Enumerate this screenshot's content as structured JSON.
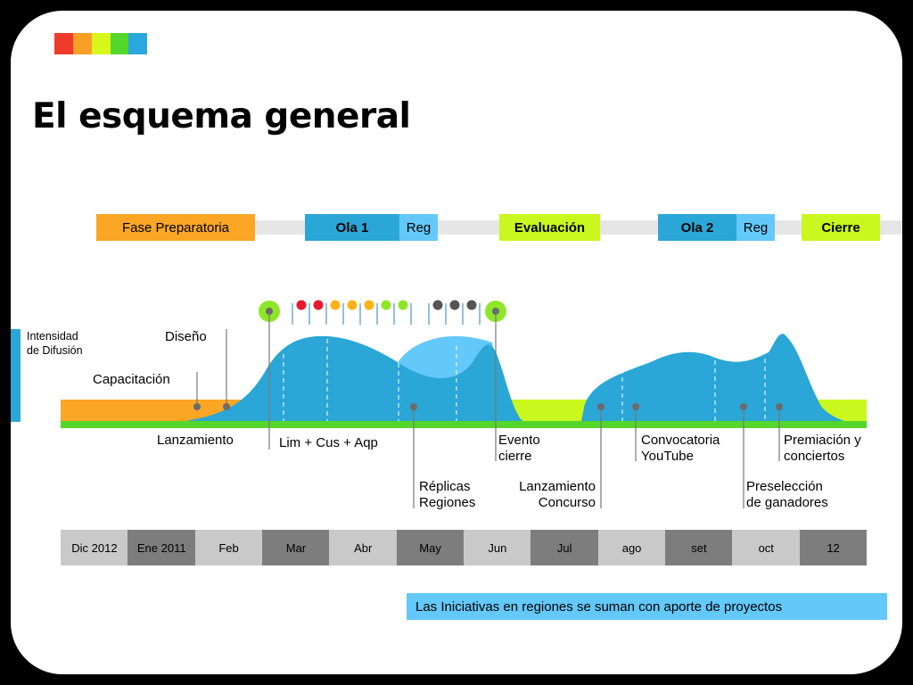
{
  "title": "El esquema general",
  "color_strip": [
    "#ef3b2c",
    "#fb9e26",
    "#d7f71b",
    "#55d62a",
    "#2aa7dc"
  ],
  "phases": [
    {
      "label": "Fase Preparatoria",
      "color": "#fba624",
      "bold": false
    },
    {
      "label": "Ola 1",
      "color": "#2aa7d6",
      "bold": true
    },
    {
      "label": "Reg",
      "color": "#63c8fa",
      "bold": false
    },
    {
      "label": "Evaluación",
      "color": "#c9f71e",
      "bold": true
    },
    {
      "label": "Ola 2",
      "color": "#2aa7d6",
      "bold": true
    },
    {
      "label": "Reg",
      "color": "#63c8fa",
      "bold": false
    },
    {
      "label": "Cierre",
      "color": "#c9f71e",
      "bold": true
    }
  ],
  "intensity_label": [
    "Intensidad",
    "de Difusión"
  ],
  "events": {
    "diseno": "Diseño",
    "capacitacion": "Capacitación",
    "lanzamiento": "Lanzamiento",
    "lim": "Lim + Cus + Aqp",
    "replicas": [
      "Réplicas",
      "Regiones"
    ],
    "evento_cierre": [
      "Evento",
      "cierre"
    ],
    "lanzamiento_concurso": [
      "Lanzamiento",
      "Concurso"
    ],
    "convocatoria": [
      "Convocatoria",
      "YouTube"
    ],
    "preseleccion": [
      "Preselección",
      "de ganadores"
    ],
    "premiacion": [
      "Premiación y",
      "conciertos"
    ]
  },
  "marker_dots": [
    "#e8192c",
    "#e8192c",
    "#fbb21a",
    "#fbb21a",
    "#fbb21a",
    "#8ee629",
    "#8ee629",
    "#555555",
    "#555555",
    "#555555"
  ],
  "months": [
    {
      "label": "Dic 2012",
      "shade": "#c9c9c9"
    },
    {
      "label": "Ene 2011",
      "shade": "#7d7d7d"
    },
    {
      "label": "Feb",
      "shade": "#c9c9c9"
    },
    {
      "label": "Mar",
      "shade": "#7d7d7d"
    },
    {
      "label": "Abr",
      "shade": "#c9c9c9"
    },
    {
      "label": "May",
      "shade": "#7d7d7d"
    },
    {
      "label": "Jun",
      "shade": "#c9c9c9"
    },
    {
      "label": "Jul",
      "shade": "#7d7d7d"
    },
    {
      "label": "ago",
      "shade": "#c9c9c9"
    },
    {
      "label": "set",
      "shade": "#7d7d7d"
    },
    {
      "label": "oct",
      "shade": "#c9c9c9"
    },
    {
      "label": "12",
      "shade": "#7d7d7d"
    }
  ],
  "note": "Las Iniciativas en regiones se suman con aporte de proyectos"
}
